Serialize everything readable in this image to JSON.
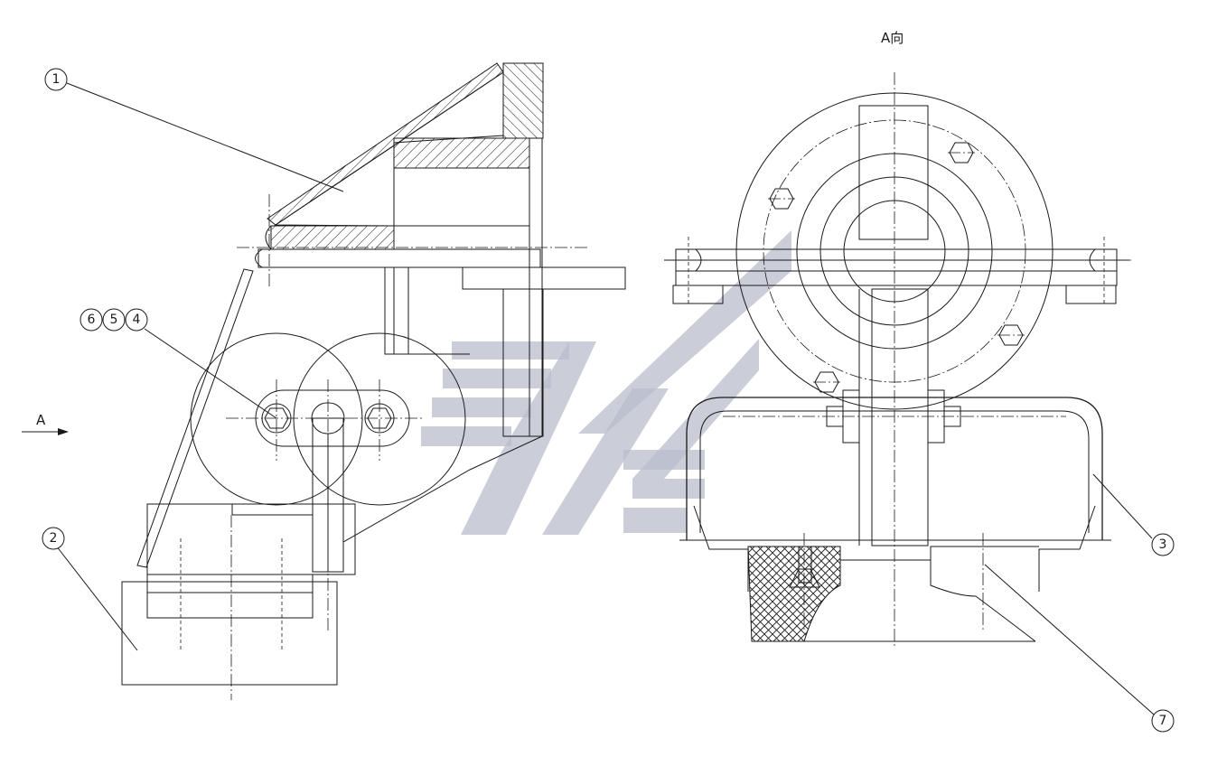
{
  "view_label": "A向",
  "arrow_label": "A",
  "callouts": [
    {
      "id": "1",
      "text": "1"
    },
    {
      "id": "2",
      "text": "2"
    },
    {
      "id": "3",
      "text": "3"
    },
    {
      "id": "4",
      "text": "4"
    },
    {
      "id": "5",
      "text": "5"
    },
    {
      "id": "6",
      "text": "6"
    },
    {
      "id": "7",
      "text": "7"
    }
  ],
  "colors": {
    "line": "#1a1a1a",
    "background": "#ffffff",
    "watermark": "#b9bdcc"
  }
}
